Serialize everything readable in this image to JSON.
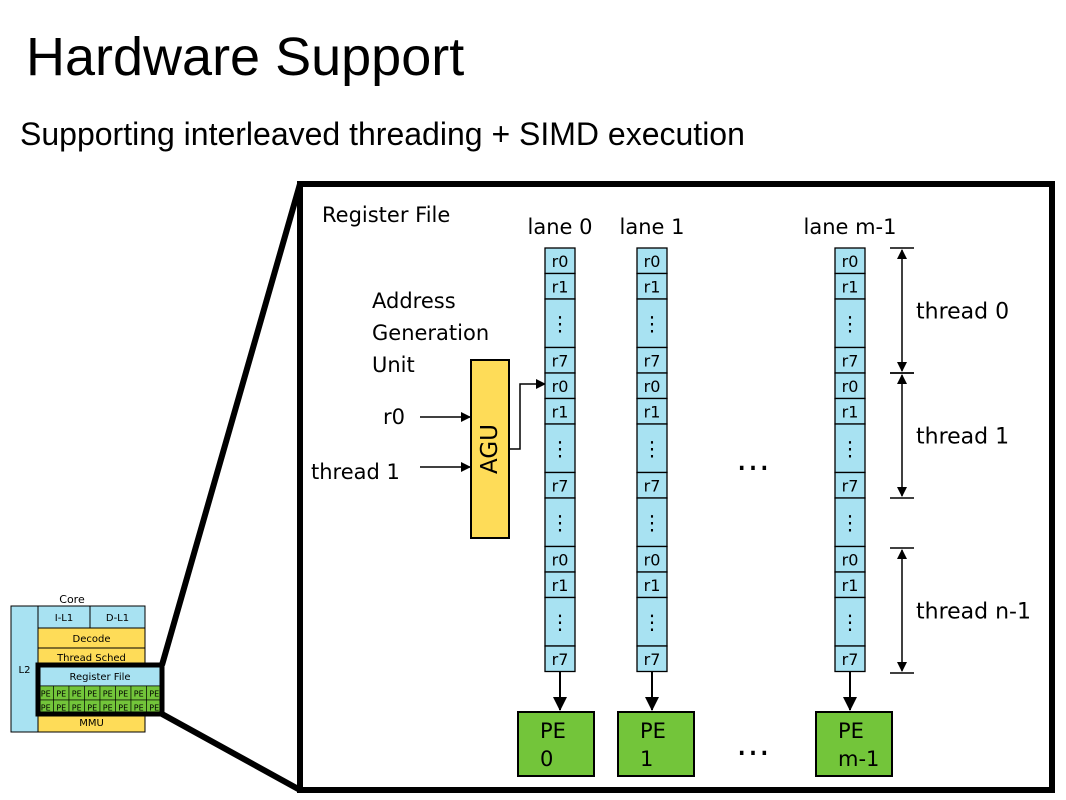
{
  "slide": {
    "title": "Hardware Support",
    "subtitle": "Supporting interleaved threading + SIMD execution"
  },
  "core": {
    "label": "Core",
    "l2": "L2",
    "il1": "I-L1",
    "dl1": "D-L1",
    "decode": "Decode",
    "thread_sched": "Thread Sched",
    "register_file": "Register File",
    "pe": "PE",
    "mmu": "MMU"
  },
  "register_file": {
    "title": "Register File",
    "lanes": [
      "lane 0",
      "lane 1",
      "lane m-1"
    ],
    "thread_groups": [
      {
        "label": "thread 0",
        "regs": [
          "r0",
          "r1",
          "⋮",
          "r7"
        ]
      },
      {
        "label": "thread 1",
        "regs": [
          "r0",
          "r1",
          "⋮",
          "r7"
        ]
      },
      {
        "label": "thread n-1",
        "regs": [
          "r0",
          "r1",
          "⋮",
          "r7"
        ]
      }
    ],
    "gap_glyph": "⋮",
    "ellipsis": "…"
  },
  "agu": {
    "label": "AGU",
    "caption": [
      "Address",
      "Generation",
      "Unit"
    ],
    "inputs": [
      "r0",
      "thread 1"
    ]
  },
  "processing_elements": [
    {
      "lines": [
        "PE",
        "0"
      ]
    },
    {
      "lines": [
        "PE",
        "1"
      ]
    },
    {
      "lines": [
        "PE",
        "m-1"
      ]
    }
  ],
  "colors": {
    "register_cell": "#a8e2f2",
    "agu": "#fedc58",
    "pe": "#73c53a",
    "core_yellow": "#fedc58",
    "core_blue": "#a8e2f2"
  }
}
